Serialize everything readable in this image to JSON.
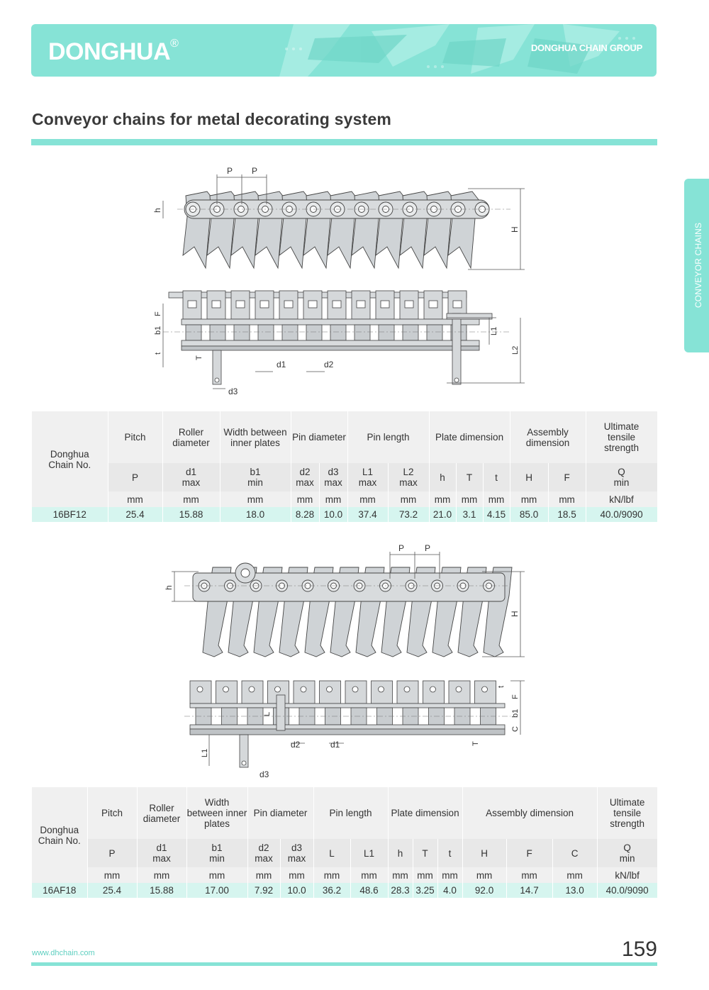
{
  "header": {
    "brand": "DONGHUA",
    "trademark": "®",
    "group": "DONGHUA CHAIN GROUP"
  },
  "side_tab": "CONVEYOR CHAINS",
  "page_title": "Conveyor chains for metal decorating system",
  "drawing1": {
    "labels": {
      "p": "P",
      "h": "h",
      "H": "H",
      "F": "F",
      "b1": "b1",
      "t": "t",
      "T": "T",
      "d1": "d1",
      "d2": "d2",
      "d3": "d3",
      "L1": "L1",
      "L2": "L2"
    }
  },
  "drawing2": {
    "labels": {
      "p": "P",
      "h": "h",
      "H": "H",
      "t": "t",
      "F": "F",
      "b1": "b1",
      "C": "C",
      "T": "T",
      "L": "L",
      "L1": "L1",
      "d1": "d1",
      "d2": "d2",
      "d3": "d3"
    }
  },
  "table1": {
    "chain_no_label": "Donghua Chain No.",
    "groups": [
      {
        "label": "Pitch",
        "span": 1
      },
      {
        "label": "Roller diameter",
        "span": 1
      },
      {
        "label": "Width between inner plates",
        "span": 1
      },
      {
        "label": "Pin diameter",
        "span": 2
      },
      {
        "label": "Pin length",
        "span": 2
      },
      {
        "label": "Plate dimension",
        "span": 3
      },
      {
        "label": "Assembly dimension",
        "span": 2
      },
      {
        "label": "Ultimate tensile strength",
        "span": 1
      }
    ],
    "symbols": [
      {
        "main": "P",
        "sub": ""
      },
      {
        "main": "d1",
        "sub": "max"
      },
      {
        "main": "b1",
        "sub": "min"
      },
      {
        "main": "d2",
        "sub": "max"
      },
      {
        "main": "d3",
        "sub": "max"
      },
      {
        "main": "L1",
        "sub": "max"
      },
      {
        "main": "L2",
        "sub": "max"
      },
      {
        "main": "h",
        "sub": ""
      },
      {
        "main": "T",
        "sub": ""
      },
      {
        "main": "t",
        "sub": ""
      },
      {
        "main": "H",
        "sub": ""
      },
      {
        "main": "F",
        "sub": ""
      },
      {
        "main": "Q",
        "sub": "min"
      }
    ],
    "units": [
      "mm",
      "mm",
      "mm",
      "mm",
      "mm",
      "mm",
      "mm",
      "mm",
      "mm",
      "mm",
      "mm",
      "mm",
      "kN/lbf"
    ],
    "row": {
      "chain_no": "16BF12",
      "values": [
        "25.4",
        "15.88",
        "18.0",
        "8.28",
        "10.0",
        "37.4",
        "73.2",
        "21.0",
        "3.1",
        "4.15",
        "85.0",
        "18.5",
        "40.0/9090"
      ]
    }
  },
  "table2": {
    "chain_no_label": "Donghua Chain No.",
    "groups": [
      {
        "label": "Pitch",
        "span": 1
      },
      {
        "label": "Roller diameter",
        "span": 1
      },
      {
        "label": "Width between inner plates",
        "span": 1
      },
      {
        "label": "Pin diameter",
        "span": 2
      },
      {
        "label": "Pin length",
        "span": 2
      },
      {
        "label": "Plate dimension",
        "span": 3
      },
      {
        "label": "Assembly dimension",
        "span": 3
      },
      {
        "label": "Ultimate tensile strength",
        "span": 1
      }
    ],
    "symbols": [
      {
        "main": "P",
        "sub": ""
      },
      {
        "main": "d1",
        "sub": "max"
      },
      {
        "main": "b1",
        "sub": "min"
      },
      {
        "main": "d2",
        "sub": "max"
      },
      {
        "main": "d3",
        "sub": "max"
      },
      {
        "main": "L",
        "sub": ""
      },
      {
        "main": "L1",
        "sub": ""
      },
      {
        "main": "h",
        "sub": ""
      },
      {
        "main": "T",
        "sub": ""
      },
      {
        "main": "t",
        "sub": ""
      },
      {
        "main": "H",
        "sub": ""
      },
      {
        "main": "F",
        "sub": ""
      },
      {
        "main": "C",
        "sub": ""
      },
      {
        "main": "Q",
        "sub": "min"
      }
    ],
    "units": [
      "mm",
      "mm",
      "mm",
      "mm",
      "mm",
      "mm",
      "mm",
      "mm",
      "mm",
      "mm",
      "mm",
      "mm",
      "mm",
      "kN/lbf"
    ],
    "row": {
      "chain_no": "16AF18",
      "values": [
        "25.4",
        "15.88",
        "17.00",
        "7.92",
        "10.0",
        "36.2",
        "48.6",
        "28.3",
        "3.25",
        "4.0",
        "92.0",
        "14.7",
        "13.0",
        "40.0/9090"
      ]
    }
  },
  "footer": {
    "url": "www.dhchain.com",
    "page_number": "159"
  }
}
